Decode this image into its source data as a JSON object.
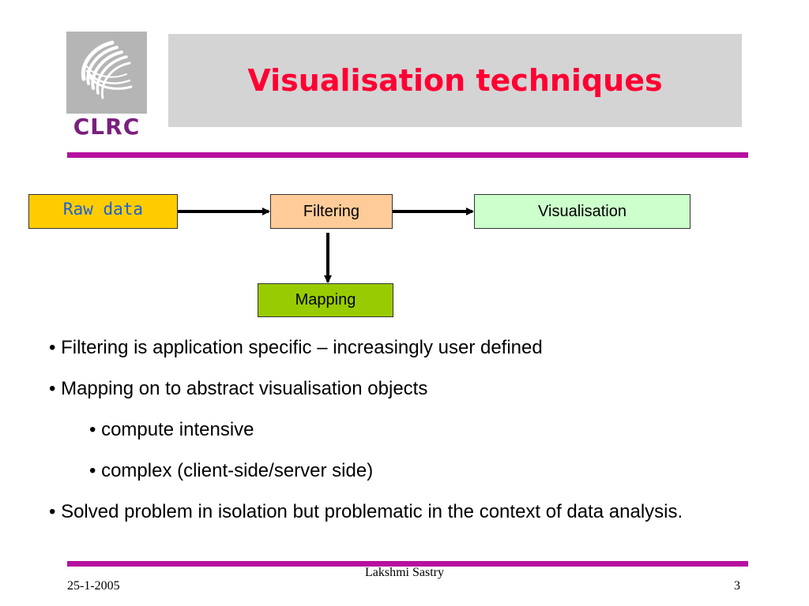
{
  "logo": {
    "text": "CLRC",
    "icon": "swirl-globe-icon",
    "colors": {
      "box": "#b5b5b5",
      "swirl": "#ffffff",
      "text": "#7a1f7e"
    }
  },
  "title": "Visualisation techniques",
  "colors": {
    "title": "#ff0033",
    "title_bg": "#d4d4d4",
    "rule": "#b6109e",
    "raw_data": "#ffcc00",
    "raw_data_text": "#1c5fd6",
    "filtering": "#ffcc99",
    "visualisation": "#ccffcc",
    "mapping": "#99cc00"
  },
  "diagram": {
    "nodes": {
      "raw_data": "Raw data",
      "filtering": "Filtering",
      "visualisation": "Visualisation",
      "mapping": "Mapping"
    },
    "edges": [
      {
        "from": "Raw data",
        "to": "Filtering"
      },
      {
        "from": "Filtering",
        "to": "Visualisation"
      },
      {
        "from": "Filtering",
        "to": "Mapping"
      }
    ]
  },
  "bullets": [
    {
      "text": "• Filtering is application specific – increasingly user defined",
      "level": 0
    },
    {
      "text": "• Mapping on to abstract visualisation objects",
      "level": 0
    },
    {
      "text": "• compute intensive",
      "level": 1
    },
    {
      "text": "• complex (client-side/server side)",
      "level": 1
    },
    {
      "text": "• Solved problem in isolation but problematic in the context of data analysis.",
      "level": 0
    }
  ],
  "footer": {
    "date": "25-1-2005",
    "author": "Lakshmi Sastry",
    "page": "3"
  }
}
